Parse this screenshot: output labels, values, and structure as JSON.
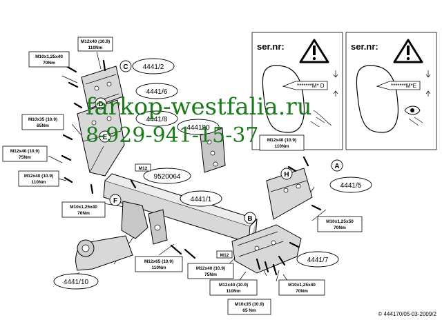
{
  "watermark": {
    "url": "farkop-westfalia.ru",
    "phone": "8-929-941-15-37"
  },
  "panels": [
    {
      "label": "ser.nr:",
      "code": "*******M* D"
    },
    {
      "label": "ser.nr:",
      "code": "*******M*E"
    }
  ],
  "torque_labels": [
    {
      "spec": "M12x40 (10.9)",
      "torque": "110Nm"
    },
    {
      "spec": "M10x1,25x40",
      "torque": "70Nm"
    },
    {
      "spec": "M10x35 (10.9)",
      "torque": "65Nm"
    },
    {
      "spec": "M12x40 (10.9)",
      "torque": "75Nm"
    },
    {
      "spec": "M12x40 (10.9)",
      "torque": "110Nm"
    },
    {
      "spec": "M10x1,25x40",
      "torque": "70Nm"
    },
    {
      "spec": "M12x40 (10.9)",
      "torque": "110Nm"
    },
    {
      "spec": "M10x1,25x50",
      "torque": "70Nm"
    },
    {
      "spec": "M12x65 (10.9)",
      "torque": "110Nm"
    },
    {
      "spec": "M12x40 (10.9)",
      "torque": "75Nm"
    },
    {
      "spec": "M12x40 (10.9)",
      "torque": "110Nm"
    },
    {
      "spec": "M10x1,25x40",
      "torque": "70Nm"
    },
    {
      "spec": "M10x35 (10.9)",
      "torque": "65 Nm"
    }
  ],
  "part_numbers": [
    "4441/2",
    "4441/6",
    "4441/8",
    "444180",
    "9520064",
    "4441/1",
    "4441/5",
    "4441/7",
    "4441/10"
  ],
  "letters": [
    "C",
    "D",
    "E",
    "F",
    "H",
    "A",
    "B"
  ],
  "small_labels": [
    "M12",
    "M12"
  ],
  "copyright": "© 444170/05-03-2009/2"
}
